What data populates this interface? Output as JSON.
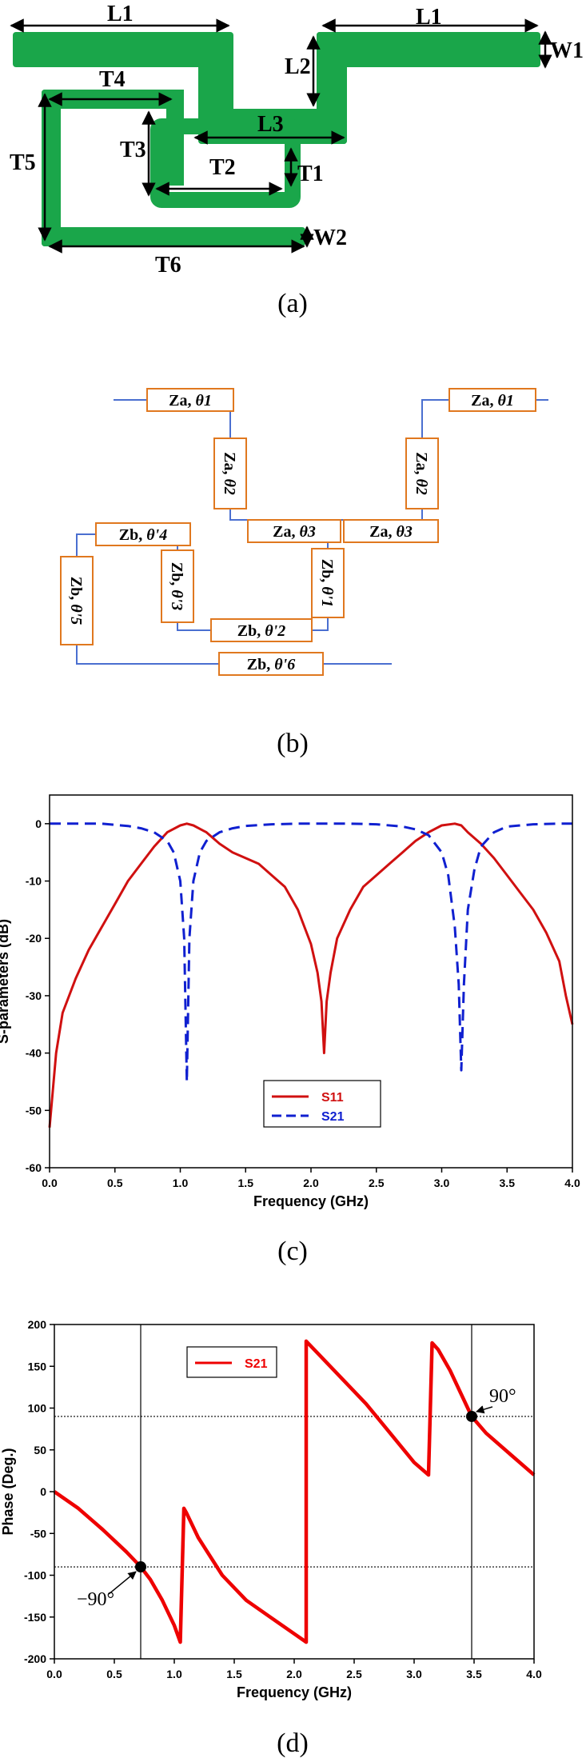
{
  "figure_a": {
    "caption": "(a)",
    "dims": {
      "L1_left": "L1",
      "L1_right": "L1",
      "W1": "W1",
      "L2": "L2",
      "L3": "L3",
      "T1": "T1",
      "T2": "T2",
      "T3": "T3",
      "T4": "T4",
      "T5": "T5",
      "T6": "T6",
      "W2": "W2"
    },
    "trace_color": "#1aa64a"
  },
  "figure_b": {
    "caption": "(b)",
    "boxes": [
      {
        "z": "Za",
        "theta": "θ1"
      },
      {
        "z": "Za",
        "theta": "θ2"
      },
      {
        "z": "Za",
        "theta": "θ3"
      },
      {
        "z": "Za",
        "theta": "θ3"
      },
      {
        "z": "Za",
        "theta": "θ2"
      },
      {
        "z": "Za",
        "theta": "θ1"
      },
      {
        "z": "Zb",
        "theta": "θ'1"
      },
      {
        "z": "Zb",
        "theta": "θ'2"
      },
      {
        "z": "Zb",
        "theta": "θ'3"
      },
      {
        "z": "Zb",
        "theta": "θ'4"
      },
      {
        "z": "Zb",
        "theta": "θ'5"
      },
      {
        "z": "Zb",
        "theta": "θ'6"
      }
    ],
    "box_color": "#e0781f",
    "line_color": "#4a6fd0"
  },
  "chart_data": [
    {
      "type": "line",
      "caption": "(c)",
      "xlabel": "Frequency (GHz)",
      "ylabel": "S-parameters (dB)",
      "xlim": [
        0,
        4
      ],
      "ylim": [
        -60,
        5
      ],
      "xticks": [
        "0.0",
        "0.5",
        "1.0",
        "1.5",
        "2.0",
        "2.5",
        "3.0",
        "3.5",
        "4.0"
      ],
      "yticks": [
        "0",
        "-10",
        "-20",
        "-30",
        "-40",
        "-50",
        "-60"
      ],
      "legend_position": "bottom-center",
      "series": [
        {
          "name": "S11",
          "color": "#d01010",
          "dash": "solid",
          "x": [
            0,
            0.05,
            0.1,
            0.2,
            0.3,
            0.4,
            0.5,
            0.6,
            0.7,
            0.8,
            0.9,
            1.0,
            1.05,
            1.1,
            1.2,
            1.3,
            1.4,
            1.5,
            1.6,
            1.7,
            1.8,
            1.9,
            2.0,
            2.05,
            2.08,
            2.1,
            2.12,
            2.15,
            2.2,
            2.3,
            2.4,
            2.5,
            2.6,
            2.7,
            2.8,
            2.9,
            3.0,
            3.1,
            3.15,
            3.2,
            3.3,
            3.4,
            3.5,
            3.6,
            3.7,
            3.8,
            3.9,
            3.95,
            4.0
          ],
          "y": [
            -53,
            -40,
            -33,
            -27,
            -22,
            -18,
            -14,
            -10,
            -7,
            -4,
            -1.5,
            -0.3,
            0,
            -0.3,
            -1.5,
            -3.5,
            -5,
            -6,
            -7,
            -9,
            -11,
            -15,
            -21,
            -26,
            -31,
            -40,
            -31,
            -26,
            -20,
            -15,
            -11,
            -9,
            -7,
            -5,
            -3,
            -1.5,
            -0.3,
            0,
            -0.3,
            -1.5,
            -3.5,
            -6,
            -9,
            -12,
            -15,
            -19,
            -24,
            -30,
            -35
          ]
        },
        {
          "name": "S21",
          "color": "#1020d0",
          "dash": "dashed",
          "x": [
            0,
            0.2,
            0.4,
            0.5,
            0.6,
            0.7,
            0.8,
            0.9,
            0.95,
            1.0,
            1.03,
            1.05,
            1.07,
            1.1,
            1.15,
            1.2,
            1.3,
            1.4,
            1.5,
            1.7,
            1.9,
            2.1,
            2.3,
            2.5,
            2.7,
            2.8,
            2.9,
            3.0,
            3.05,
            3.1,
            3.13,
            3.15,
            3.17,
            3.2,
            3.25,
            3.3,
            3.4,
            3.5,
            3.7,
            3.9,
            4.0
          ],
          "y": [
            0,
            0,
            0,
            -0.2,
            -0.4,
            -0.8,
            -1.5,
            -3,
            -5,
            -10,
            -20,
            -45,
            -20,
            -10,
            -5,
            -3,
            -1.5,
            -0.8,
            -0.4,
            -0.1,
            0,
            0,
            0,
            -0.1,
            -0.5,
            -1,
            -2,
            -5,
            -9,
            -18,
            -28,
            -43,
            -28,
            -15,
            -8,
            -4,
            -1.5,
            -0.5,
            -0.1,
            0,
            0
          ]
        }
      ]
    },
    {
      "type": "line",
      "caption": "(d)",
      "xlabel": "Frequency (GHz)",
      "ylabel": "Phase (Deg.)",
      "xlim": [
        0,
        4
      ],
      "ylim": [
        -200,
        200
      ],
      "xticks": [
        "0.0",
        "0.5",
        "1.0",
        "1.5",
        "2.0",
        "2.5",
        "3.0",
        "3.5",
        "4.0"
      ],
      "yticks": [
        "200",
        "150",
        "100",
        "50",
        "0",
        "-50",
        "-100",
        "-150",
        "-200"
      ],
      "legend_position": "top-left",
      "reference_lines": {
        "horizontal": [
          90,
          -90
        ],
        "vertical": [
          0.72,
          3.48
        ]
      },
      "markers": [
        {
          "x": 0.72,
          "y": -90,
          "label": "−90°"
        },
        {
          "x": 3.48,
          "y": 90,
          "label": "90°"
        }
      ],
      "series": [
        {
          "name": "S21",
          "color": "#ee0000",
          "dash": "solid",
          "x": [
            0,
            0.2,
            0.4,
            0.6,
            0.72,
            0.8,
            0.9,
            1.0,
            1.05,
            1.05,
            1.08,
            1.1,
            1.2,
            1.4,
            1.6,
            1.8,
            2.0,
            2.1,
            2.1,
            2.2,
            2.4,
            2.6,
            2.8,
            3.0,
            3.12,
            3.12,
            3.15,
            3.2,
            3.3,
            3.48,
            3.6,
            3.8,
            4.0
          ],
          "y": [
            0,
            -20,
            -45,
            -72,
            -90,
            -105,
            -130,
            -160,
            -180,
            -180,
            -20,
            -25,
            -55,
            -100,
            -130,
            -150,
            -170,
            -180,
            180,
            165,
            135,
            105,
            70,
            35,
            20,
            20,
            178,
            170,
            145,
            90,
            70,
            45,
            20
          ]
        }
      ]
    }
  ]
}
